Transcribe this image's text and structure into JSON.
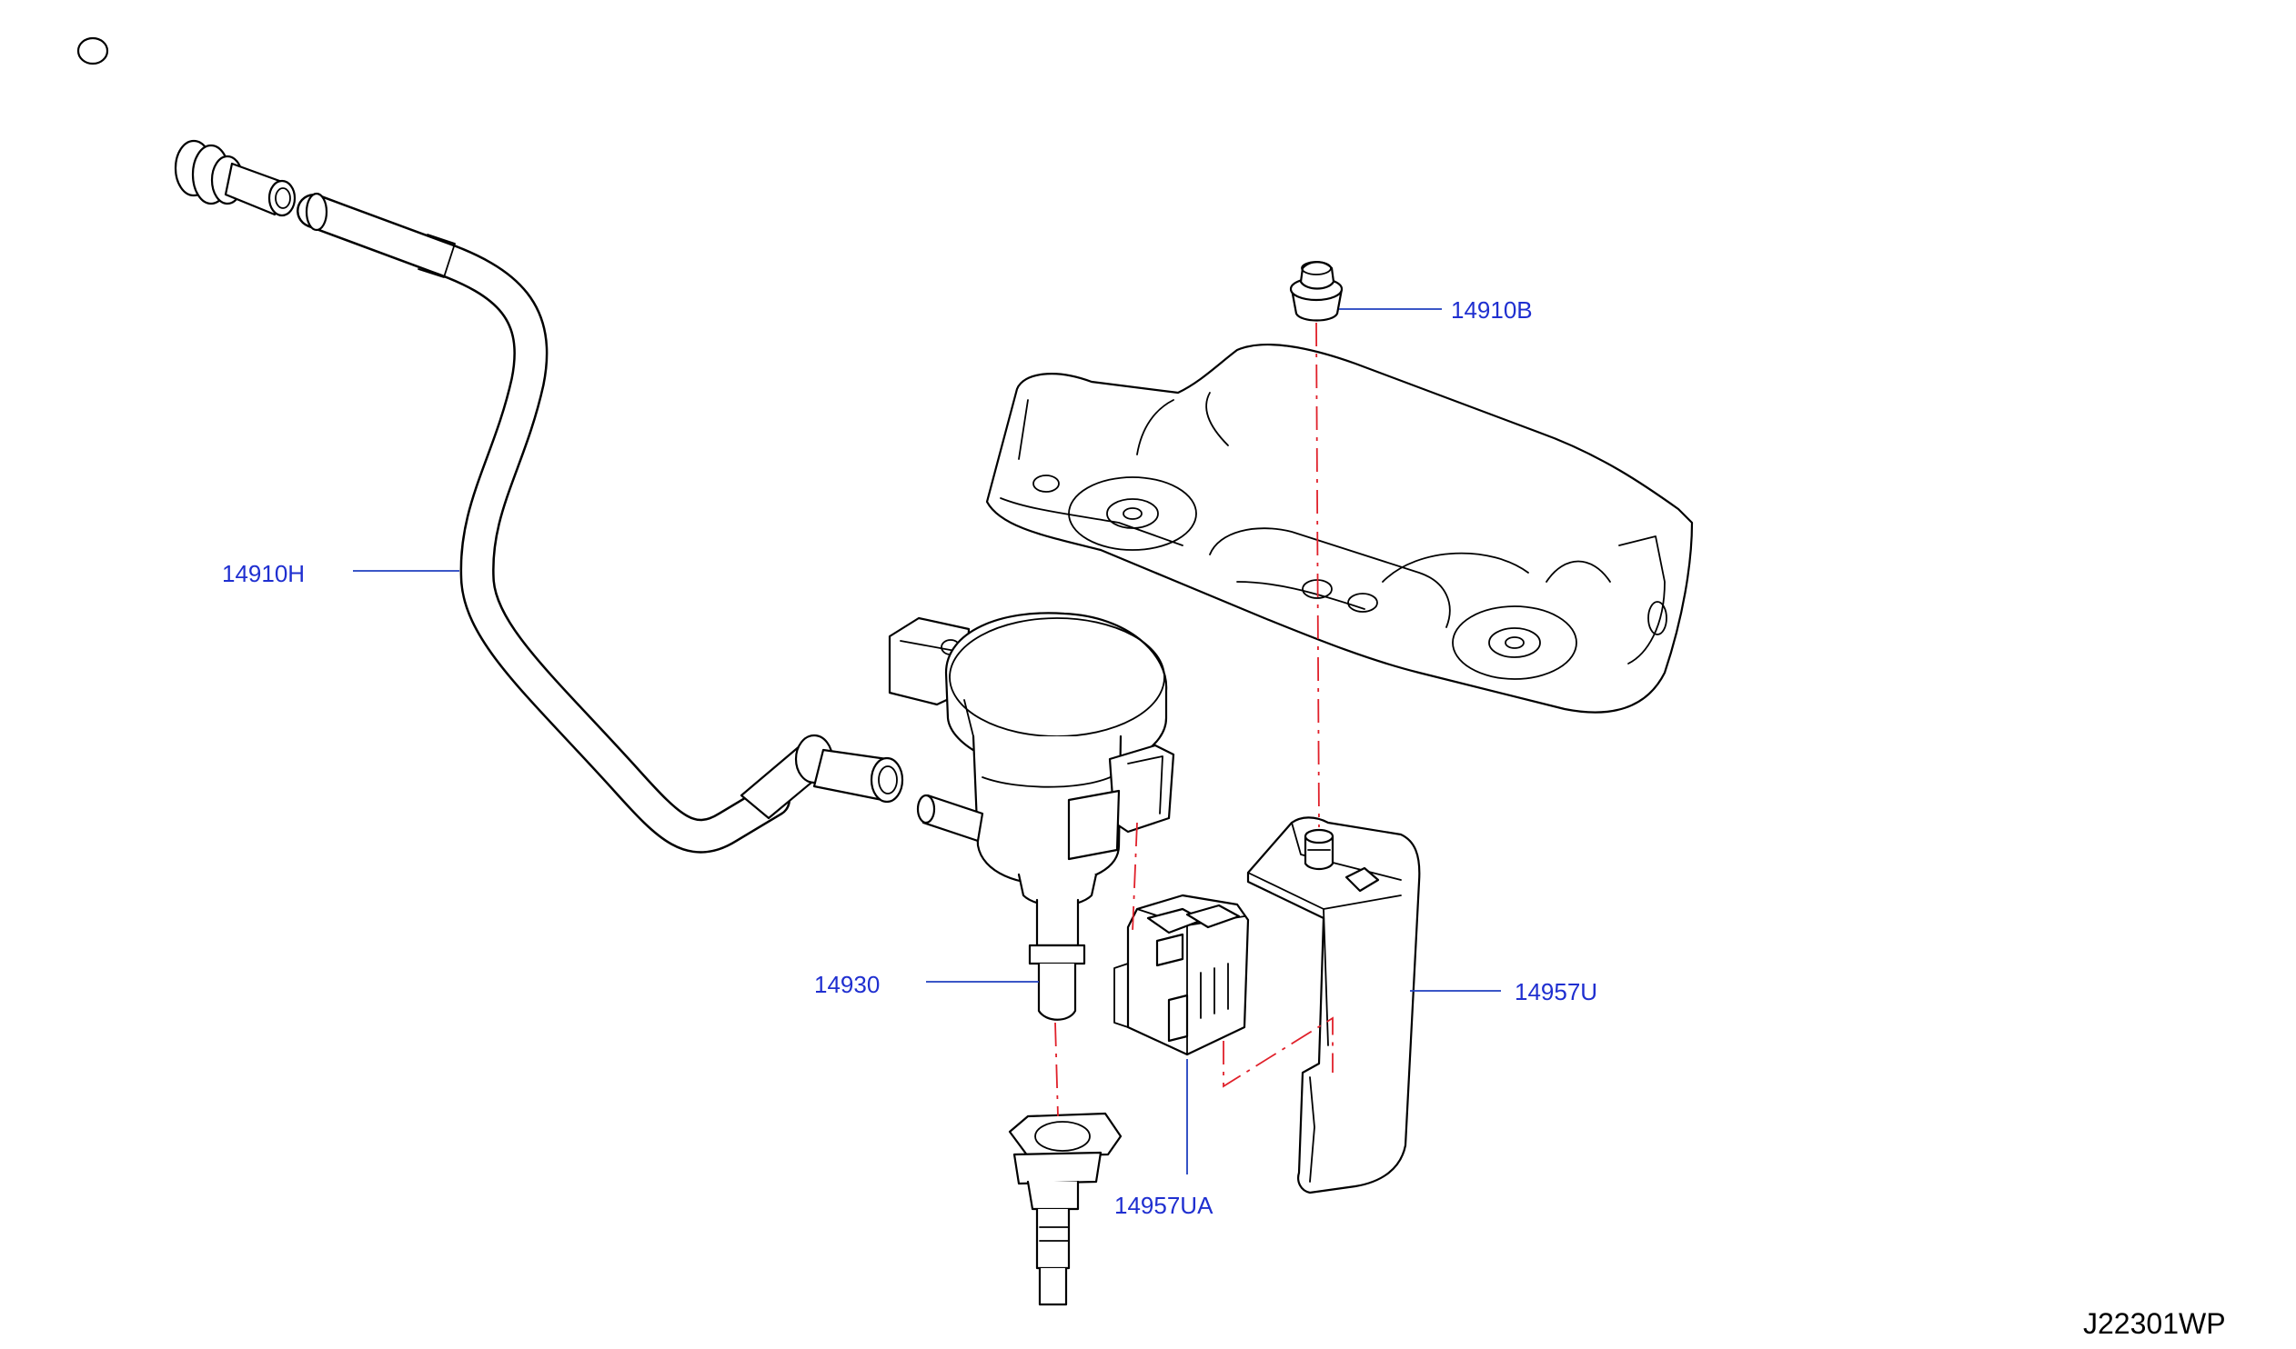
{
  "callouts": {
    "clip_nut": "14910B",
    "hose": "14910H",
    "valve": "14930",
    "bracket": "14957U",
    "connector": "14957UA"
  },
  "reference_code": "J22301WP",
  "colors": {
    "callout_text": "#1f2fd0",
    "leader_line": "#1f3fbf",
    "assembly_dash": "#e0202a",
    "linework": "#000000"
  }
}
